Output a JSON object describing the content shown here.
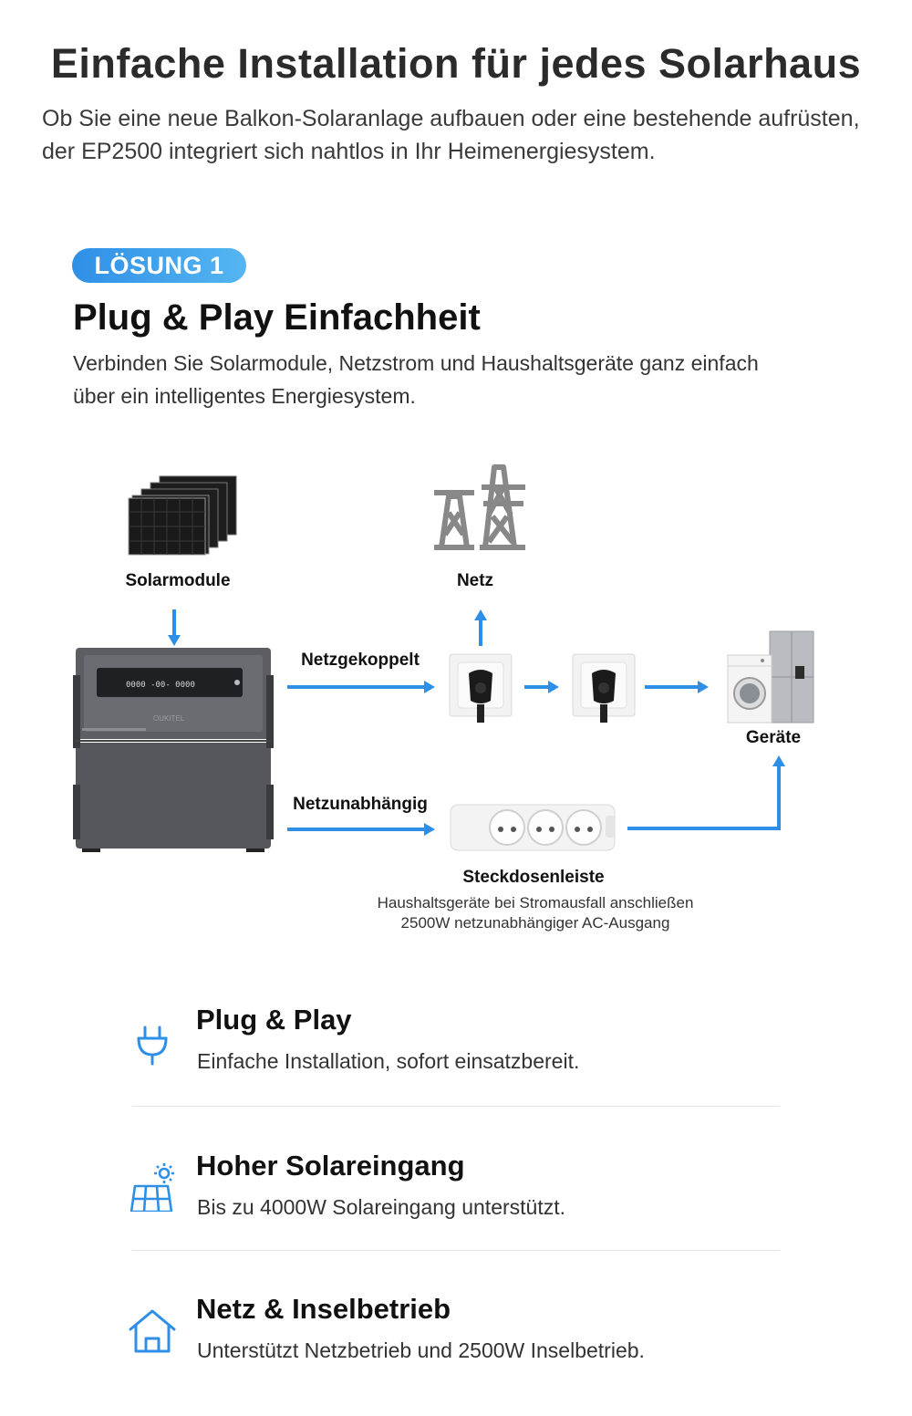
{
  "header": {
    "title": "Einfache Installation für jedes Solarhaus",
    "intro": "Ob Sie eine neue Balkon-Solaranlage aufbauen oder eine bestehende aufrüsten, der EP2500 integriert sich nahtlos in Ihr Heimenergiesystem."
  },
  "solution": {
    "badge": "LÖSUNG 1",
    "title": "Plug & Play Einfachheit",
    "description": "Verbinden Sie Solarmodule, Netzstrom und Haushaltsgeräte ganz einfach über ein intelligentes Energiesystem."
  },
  "diagram": {
    "solar_label": "Solarmodule",
    "grid_label": "Netz",
    "on_grid_label": "Netzgekoppelt",
    "off_grid_label": "Netzunabhängig",
    "appliances_label": "Geräte",
    "power_strip_label": "Steckdosenleiste",
    "power_strip_note_1": "Haushaltsgeräte bei Stromausfall anschließen",
    "power_strip_note_2": "2500W netzunabhängiger AC-Ausgang",
    "device_brand": "OUKITEL",
    "device_display": "0000 -00- 0000",
    "arrow_color": "#2f8fe6"
  },
  "features": [
    {
      "icon": "plug-icon",
      "title": "Plug & Play",
      "description": "Einfache Installation, sofort einsatzbereit."
    },
    {
      "icon": "solar-panel-icon",
      "title": "Hoher Solareingang",
      "description": "Bis zu 4000W Solareingang unterstützt."
    },
    {
      "icon": "house-icon",
      "title": "Netz & Inselbetrieb",
      "description": "Unterstützt Netzbetrieb und 2500W Inselbetrieb."
    }
  ]
}
